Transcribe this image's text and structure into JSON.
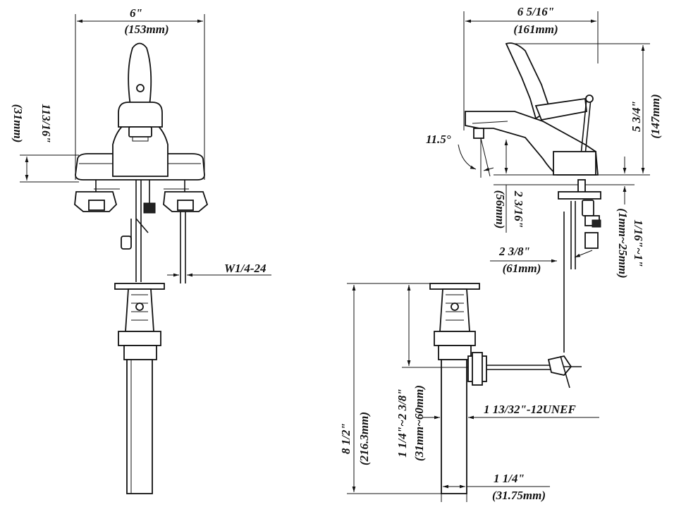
{
  "dimensions": {
    "front_width_in": "6\"",
    "front_width_mm": "(153mm)",
    "front_height_in": "113/16\"",
    "front_height_mm": "(31mm)",
    "thread_label": "W1/4-24",
    "side_width_in": "6 5/16\"",
    "side_width_mm": "(161mm)",
    "side_height_in": "5 3/4\"",
    "side_height_mm": "(147mm)",
    "angle": "11.5°",
    "spout_height_in": "2 3/16\"",
    "spout_height_mm": "(56mm)",
    "deck_range_in": "1/16\"~1\"",
    "deck_range_mm": "(1mm~25mm)",
    "reach_in": "2 3/8\"",
    "reach_mm": "(61mm)",
    "drain_length_in": "8 1/2\"",
    "drain_length_mm": "(216.3mm)",
    "drain_adjust_in": "1 1/4\"~2 3/8\"",
    "drain_adjust_mm": "(31mm~60mm)",
    "drain_thread": "1 13/32\"-12UNEF",
    "drain_dia_in": "1 1/4\"",
    "drain_dia_mm": "(31.75mm)"
  }
}
